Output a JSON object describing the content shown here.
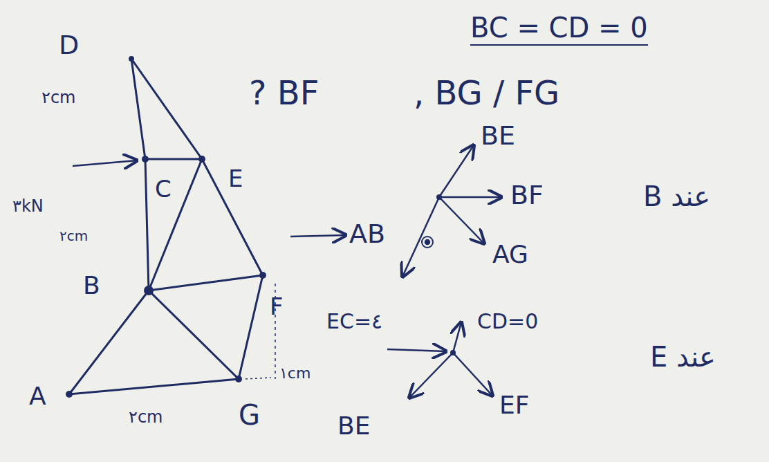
{
  "diagram": {
    "labels": [
      "D",
      "٢cm",
      "C",
      "E",
      "٣kN",
      "٢cm",
      "B",
      "F",
      "A",
      "G",
      "١cm",
      "٢cm",
      "? BF",
      ", BG / FG",
      "BC = CD = 0",
      "BE",
      "BF",
      "AB",
      "AG",
      "عند B",
      "EC=٤",
      "CD=0",
      "BE",
      "EF",
      "عند E"
    ]
  }
}
